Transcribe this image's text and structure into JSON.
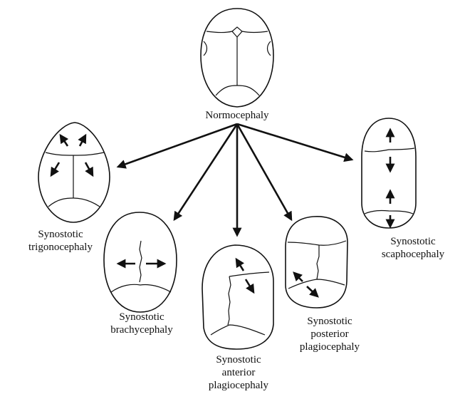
{
  "labels": {
    "normocephaly": "Normocephaly",
    "trigonocephaly": {
      "line1": "Synostotic",
      "line2": "trigonocephaly"
    },
    "brachycephaly": {
      "line1": "Synostotic",
      "line2": "brachycephaly"
    },
    "anterior": {
      "line1": "Synostotic",
      "line2": "anterior",
      "line3": "plagiocephaly"
    },
    "posterior": {
      "line1": "Synostotic",
      "line2": "posterior",
      "line3": "plagiocephaly"
    },
    "scaphocephaly": {
      "line1": "Synostotic",
      "line2": "scaphocephaly"
    }
  }
}
